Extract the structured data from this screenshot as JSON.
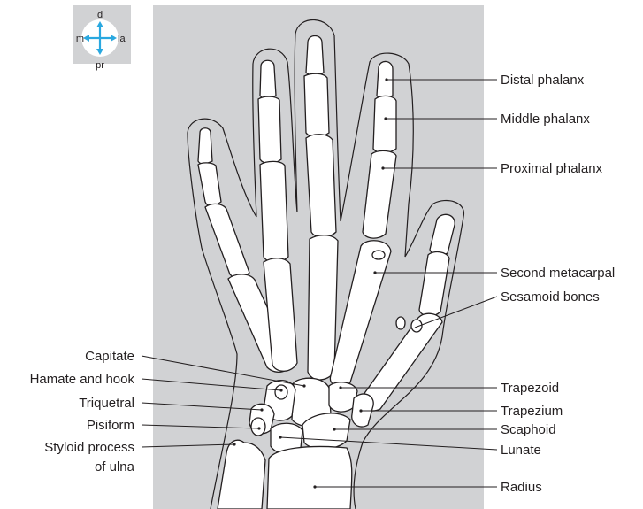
{
  "colors": {
    "panel": "#d1d2d4",
    "outline": "#231f20",
    "bone_fill": "#ffffff",
    "arrow": "#29a8e0"
  },
  "orientation": {
    "top": "d",
    "left": "m",
    "right": "la",
    "bottom": "pr"
  },
  "labels_right": [
    "Distal phalanx",
    "Middle phalanx",
    "Proximal phalanx",
    "Second metacarpal",
    "Sesamoid bones",
    "Trapezoid",
    "Trapezium",
    "Scaphoid",
    "Lunate",
    "Radius"
  ],
  "labels_left": [
    "Capitate",
    "Hamate and hook",
    "Triquetral",
    "Pisiform",
    "Styloid process",
    "of ulna"
  ]
}
